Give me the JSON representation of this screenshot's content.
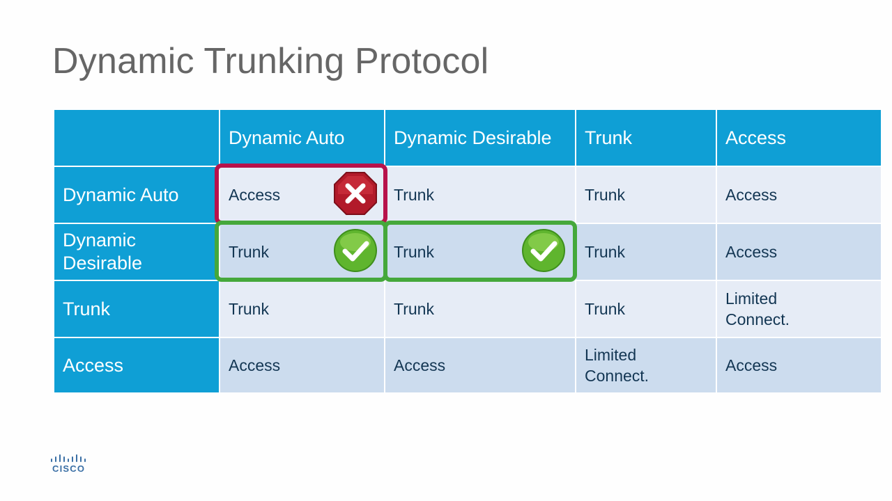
{
  "slide": {
    "title": "Dynamic Trunking Protocol",
    "logo_text": "CISCO"
  },
  "colors": {
    "header_blue": "#0f9fd5",
    "row_light": "#e6ecf6",
    "row_dark": "#ccdcee",
    "title_gray": "#666666",
    "fail_red": "#b7124b",
    "success_green": "#45a83b"
  },
  "table": {
    "column_headers": [
      "Dynamic Auto",
      "Dynamic Desirable",
      "Trunk",
      "Access"
    ],
    "rows": [
      {
        "header": "Dynamic Auto",
        "cells": [
          "Access",
          "Trunk",
          "Trunk",
          "Access"
        ]
      },
      {
        "header": "Dynamic\nDesirable",
        "cells": [
          "Trunk",
          "Trunk",
          "Trunk",
          "Access"
        ]
      },
      {
        "header": "Trunk",
        "cells": [
          "Trunk",
          "Trunk",
          "Trunk",
          "Limited\nConnect."
        ]
      },
      {
        "header": "Access",
        "cells": [
          "Access",
          "Access",
          "Limited\nConnect.",
          "Access"
        ]
      }
    ]
  },
  "markers": [
    {
      "row": 0,
      "col": 0,
      "status": "fail",
      "icon": "x-stop-icon"
    },
    {
      "row": 1,
      "col": 0,
      "status": "success",
      "icon": "checkmark-icon"
    },
    {
      "row": 1,
      "col": 1,
      "status": "success",
      "icon": "checkmark-icon"
    }
  ]
}
